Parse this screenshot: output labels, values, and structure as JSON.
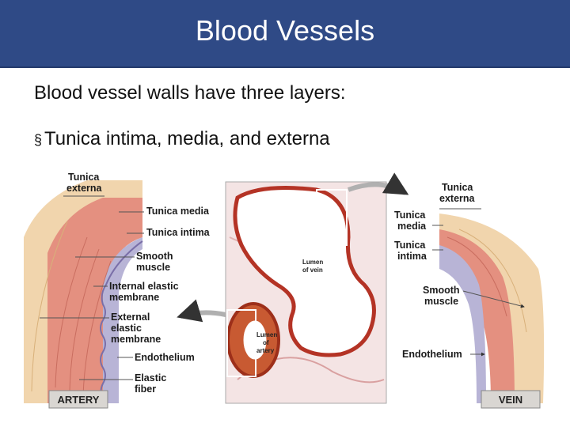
{
  "slide": {
    "title": "Blood Vessels",
    "intro": "Blood vessel walls have three layers:",
    "bullet_symbol": "§",
    "bullet": "Tunica intima, media, and externa"
  },
  "diagram": {
    "artery_labels": {
      "tunica_externa": [
        "Tunica",
        "externa"
      ],
      "tunica_media": "Tunica media",
      "tunica_intima": "Tunica intima",
      "smooth_muscle": [
        "Smooth",
        "muscle"
      ],
      "internal_elastic": [
        "Internal elastic",
        "membrane"
      ],
      "external_elastic": [
        "External",
        "elastic",
        "membrane"
      ],
      "endothelium": "Endothelium",
      "elastic_fiber": [
        "Elastic",
        "fiber"
      ],
      "tag": "ARTERY"
    },
    "micrograph_labels": {
      "lumen_vein": [
        "Lumen",
        "of vein"
      ],
      "lumen_artery": [
        "Lumen",
        "of",
        "artery"
      ]
    },
    "vein_labels": {
      "tunica_externa": [
        "Tunica",
        "externa"
      ],
      "tunica_media": [
        "Tunica",
        "media"
      ],
      "tunica_intima": [
        "Tunica",
        "intima"
      ],
      "smooth_muscle": [
        "Smooth",
        "muscle"
      ],
      "endothelium": "Endothelium",
      "tag": "VEIN"
    },
    "colors": {
      "title_bar": "#2f4a86",
      "externa": "#f1d5ad",
      "media": "#e49080",
      "intima": "#b8b4d6",
      "vessel_wall_stain": "#c0392b",
      "tissue_bg": "#f4e4e4"
    }
  }
}
